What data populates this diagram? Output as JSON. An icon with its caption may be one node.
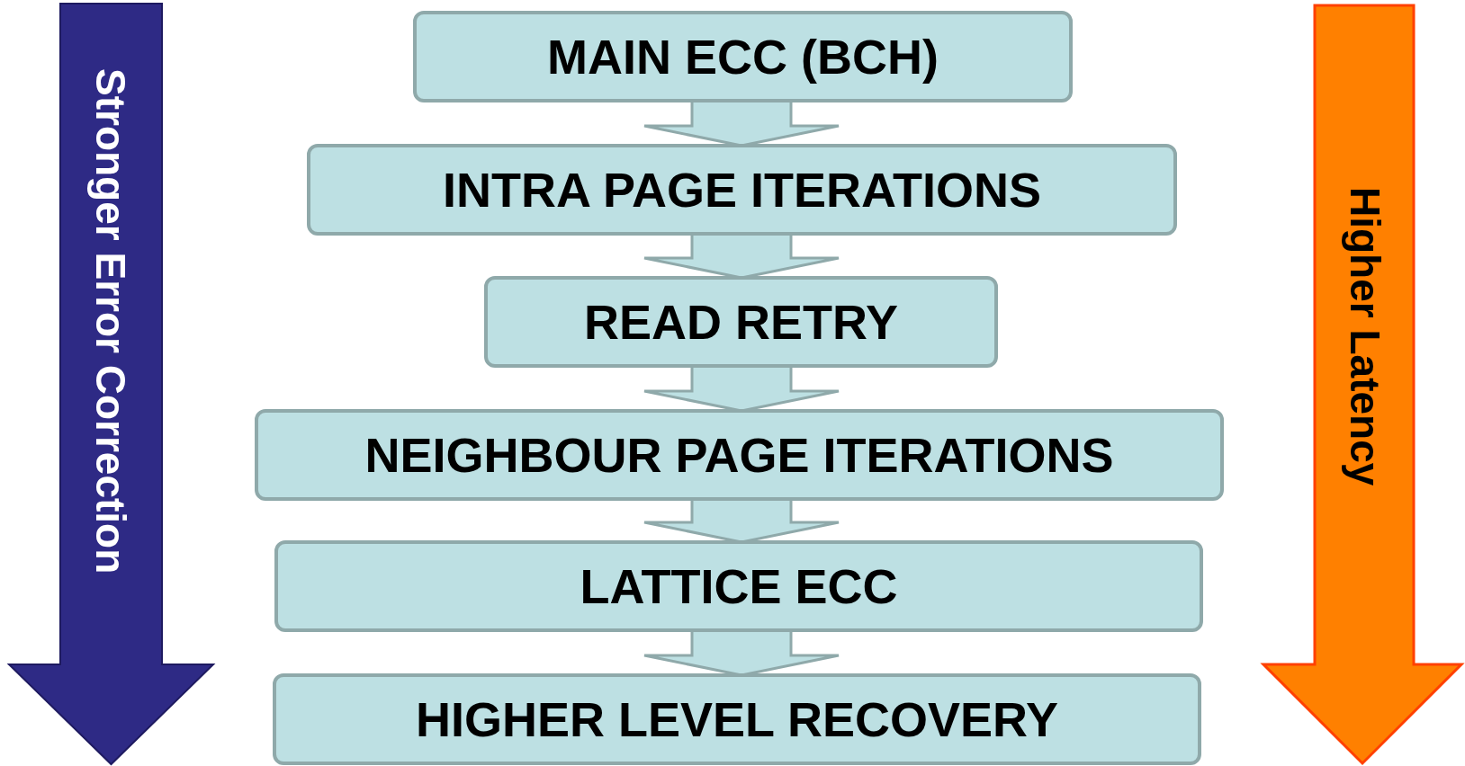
{
  "diagram": {
    "nodes": [
      {
        "text": [
          "MAIN ECC (BCH)"
        ]
      },
      {
        "text": [
          "INTRA PAGE ITERATIONS"
        ]
      },
      {
        "text": [
          "READ RETRY"
        ]
      },
      {
        "text": [
          "NEIGHBOUR PAGE ITERATIONS"
        ]
      },
      {
        "text": [
          "LATTICE ECC"
        ]
      },
      {
        "text": [
          "HIGHER LEVEL RECOVERY"
        ]
      }
    ],
    "edges": [
      {
        "from": 0,
        "to": 1,
        "arrow": "to"
      },
      {
        "from": 1,
        "to": 2,
        "arrow": "to"
      },
      {
        "from": 2,
        "to": 3,
        "arrow": "to"
      },
      {
        "from": 3,
        "to": 4,
        "arrow": "to"
      },
      {
        "from": 4,
        "to": 5,
        "arrow": "to"
      }
    ],
    "labels": [
      "Stronger Error Correction",
      "Higher Latency"
    ]
  }
}
